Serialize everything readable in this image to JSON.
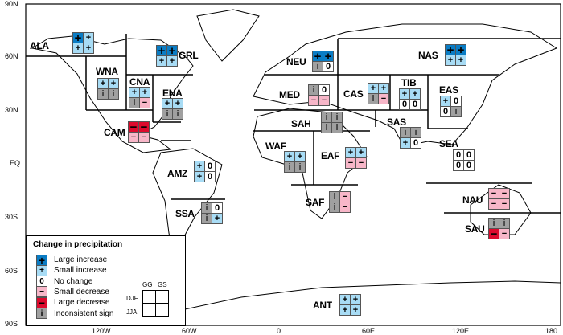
{
  "axes": {
    "lat_ticks": [
      "90N",
      "60N",
      "30N",
      "EQ",
      "30S",
      "60S",
      "90S"
    ],
    "lon_ticks": [
      "120W",
      "60W",
      "0",
      "60E",
      "120E",
      "180"
    ]
  },
  "categories": {
    "L": {
      "label": "Large increase",
      "symbol": "+",
      "color": "#0a7cc4"
    },
    "S": {
      "label": "Small increase",
      "symbol": "+",
      "color": "#a8dcf5"
    },
    "0": {
      "label": "No change",
      "symbol": "0",
      "color": "#ffffff"
    },
    "s": {
      "label": "Small decrease",
      "symbol": "−",
      "color": "#f7b6c8"
    },
    "D": {
      "label": "Large decrease",
      "symbol": "−",
      "color": "#dd0a2d"
    },
    "i": {
      "label": "Inconsistent sign",
      "symbol": "i",
      "color": "#a0a0a0"
    }
  },
  "legend": {
    "title": "Change in precipitation",
    "items": [
      {
        "code": "L",
        "label": "Large increase"
      },
      {
        "code": "S",
        "label": "Small increase"
      },
      {
        "code": "0",
        "label": "No change"
      },
      {
        "code": "s",
        "label": "Small decrease"
      },
      {
        "code": "D",
        "label": "Large decrease"
      },
      {
        "code": "i",
        "label": "Inconsistent sign"
      }
    ],
    "key_cols": [
      "GG",
      "GS"
    ],
    "key_rows": [
      "DJF",
      "JJA"
    ]
  },
  "regions": [
    {
      "name": "ALA",
      "cells": [
        "L",
        "S",
        "S",
        "S"
      ]
    },
    {
      "name": "GRL",
      "cells": [
        "L",
        "L",
        "S",
        "S"
      ]
    },
    {
      "name": "WNA",
      "cells": [
        "S",
        "S",
        "i",
        "i"
      ]
    },
    {
      "name": "CNA",
      "cells": [
        "S",
        "S",
        "i",
        "s"
      ]
    },
    {
      "name": "ENA",
      "cells": [
        "S",
        "S",
        "i",
        "i"
      ]
    },
    {
      "name": "CAM",
      "cells": [
        "D",
        "D",
        "s",
        "s"
      ]
    },
    {
      "name": "NEU",
      "cells": [
        "L",
        "L",
        "i",
        "0"
      ]
    },
    {
      "name": "NAS",
      "cells": [
        "L",
        "L",
        "S",
        "S"
      ]
    },
    {
      "name": "MED",
      "cells": [
        "i",
        "0",
        "s",
        "s"
      ]
    },
    {
      "name": "CAS",
      "cells": [
        "S",
        "S",
        "i",
        "s"
      ]
    },
    {
      "name": "TIB",
      "cells": [
        "S",
        "S",
        "0",
        "0"
      ]
    },
    {
      "name": "EAS",
      "cells": [
        "S",
        "0",
        "0",
        "i"
      ]
    },
    {
      "name": "SAH",
      "cells": [
        "i",
        "i",
        "i",
        "i"
      ]
    },
    {
      "name": "SAS",
      "cells": [
        "i",
        "i",
        "S",
        "0"
      ]
    },
    {
      "name": "WAF",
      "cells": [
        "S",
        "S",
        "i",
        "i"
      ]
    },
    {
      "name": "EAF",
      "cells": [
        "S",
        "S",
        "s",
        "s"
      ]
    },
    {
      "name": "SEA",
      "cells": [
        "0",
        "0",
        "0",
        "0"
      ]
    },
    {
      "name": "AMZ",
      "cells": [
        "S",
        "0",
        "S",
        "0"
      ]
    },
    {
      "name": "SSA",
      "cells": [
        "i",
        "0",
        "i",
        "S"
      ]
    },
    {
      "name": "SAF",
      "cells": [
        "i",
        "s",
        "i",
        "s"
      ]
    },
    {
      "name": "NAU",
      "cells": [
        "s",
        "s",
        "s",
        "s"
      ]
    },
    {
      "name": "SAU",
      "cells": [
        "i",
        "i",
        "D",
        "s"
      ]
    },
    {
      "name": "ANT",
      "cells": [
        "S",
        "S",
        "S",
        "S"
      ]
    }
  ]
}
